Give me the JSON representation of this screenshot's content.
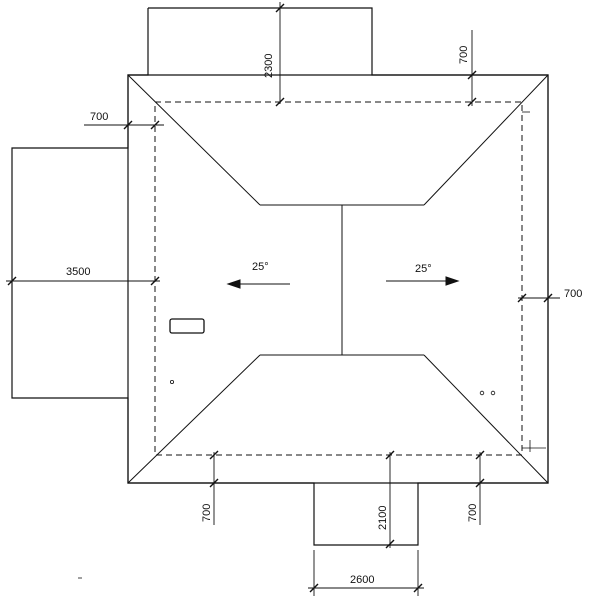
{
  "dimensions": {
    "top_extension": "2300",
    "top_right_eave": "700",
    "left_eave": "700",
    "left_extension": "3500",
    "right_eave": "700",
    "bottom_left_eave": "700",
    "bottom_extension": "2100",
    "bottom_right_eave": "700",
    "bottom_width": "2600"
  },
  "slopes": {
    "left": "25°",
    "right": "25°"
  }
}
